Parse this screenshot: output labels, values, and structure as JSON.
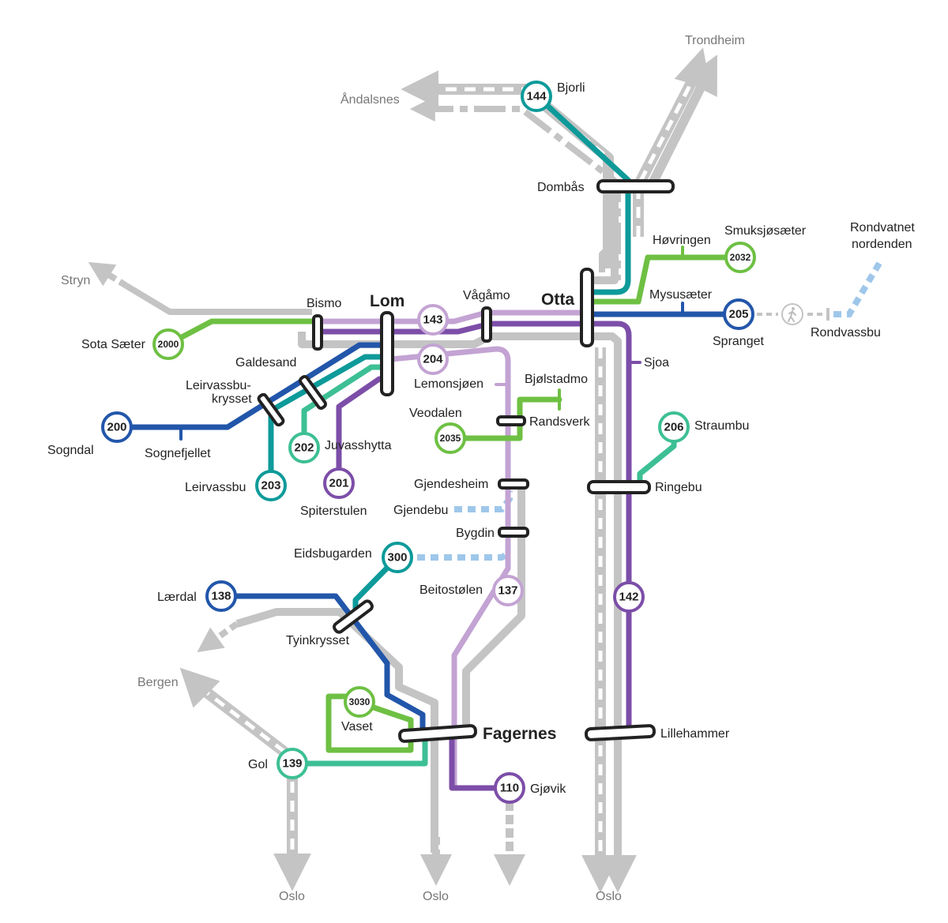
{
  "colors": {
    "teal": "#0e9a9a",
    "mint": "#3dbf95",
    "green": "#6ec043",
    "blue": "#2256aa",
    "purple": "#7c4ea8",
    "lavender": "#c3a3d3",
    "rail": "#c4c4c4",
    "walk": "#9fc7ea",
    "dashed_walk": "#c4c4c4"
  },
  "routes": [
    {
      "number": "144",
      "color": "teal",
      "stop": "Bjorli"
    },
    {
      "number": "2032",
      "color": "green",
      "stop": "Smuksjøsæter"
    },
    {
      "number": "205",
      "color": "blue",
      "stop": "Spranget"
    },
    {
      "number": "2000",
      "color": "green",
      "stop": "Sota Sæter"
    },
    {
      "number": "143",
      "color": "lavender",
      "stop": ""
    },
    {
      "number": "204",
      "color": "lavender",
      "stop": ""
    },
    {
      "number": "200",
      "color": "blue",
      "stop": "Sogndal"
    },
    {
      "number": "202",
      "color": "mint",
      "stop": ""
    },
    {
      "number": "203",
      "color": "teal",
      "stop": "Leirvassbu"
    },
    {
      "number": "201",
      "color": "purple",
      "stop": "Spiterstulen"
    },
    {
      "number": "2035",
      "color": "green",
      "stop": "Veodalen"
    },
    {
      "number": "206",
      "color": "mint",
      "stop": "Straumbu"
    },
    {
      "number": "300",
      "color": "teal",
      "stop": "Eidsbugarden"
    },
    {
      "number": "137",
      "color": "lavender",
      "stop": "Beitostølen"
    },
    {
      "number": "142",
      "color": "purple",
      "stop": ""
    },
    {
      "number": "138",
      "color": "blue",
      "stop": "Lærdal"
    },
    {
      "number": "3030",
      "color": "green",
      "stop": "Vaset"
    },
    {
      "number": "139",
      "color": "mint",
      "stop": "Gol"
    },
    {
      "number": "110",
      "color": "purple",
      "stop": "Gjøvik"
    }
  ],
  "hubs": [
    "Lom",
    "Otta",
    "Fagernes"
  ],
  "stops": {
    "dombas": "Dombås",
    "hovringen": "Høvringen",
    "mysusaeter": "Mysusæter",
    "bismo": "Bismo",
    "vagamo": "Vågåmo",
    "sjoa": "Sjoa",
    "galdesand": "Galdesand",
    "leirvassbu_krysset_1": "Leirvassbu-",
    "leirvassbu_krysset_2": "krysset",
    "lemonsjoen": "Lemonsjøen",
    "bjolstadmo": "Bjølstadmo",
    "randsverk": "Randsverk",
    "sognefjellet": "Sognefjellet",
    "juvasshytta": "Juvasshytta",
    "ringebu": "Ringebu",
    "gjendesheim": "Gjendesheim",
    "gjendebu": "Gjendebu",
    "bygdin": "Bygdin",
    "tyinkrysset": "Tyinkrysset",
    "lillehammer": "Lillehammer",
    "rondvassbu": "Rondvassbu",
    "rondvatnet_1": "Rondvatnet",
    "rondvatnet_2": "nordenden"
  },
  "destinations": {
    "trondheim": "Trondheim",
    "andalsnes": "Åndalsnes",
    "stryn": "Stryn",
    "bergen": "Bergen",
    "oslo_1": "Oslo",
    "oslo_2": "Oslo",
    "oslo_3": "Oslo"
  },
  "icons": {
    "walk": "walking-person-icon"
  }
}
